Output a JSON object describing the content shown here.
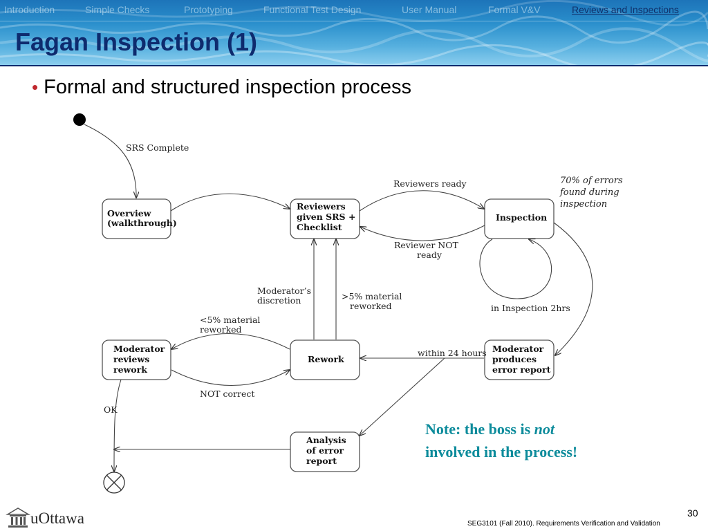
{
  "nav": {
    "items": [
      "Introduction",
      "Simple Checks",
      "Prototyping",
      "Functional Test Design",
      "User Manual",
      "Formal V&V",
      "Reviews and Inspections"
    ],
    "active": "Reviews and Inspections"
  },
  "slide": {
    "title": "Fagan Inspection (1)",
    "bullet": "Formal and structured inspection process"
  },
  "diagram": {
    "states": {
      "overview": [
        "Overview",
        "(walkthrough)"
      ],
      "reviewers": [
        "Reviewers",
        "given SRS +",
        "Checklist"
      ],
      "inspection": [
        "Inspection"
      ],
      "moderator_reviews": [
        "Moderator",
        "reviews",
        "rework"
      ],
      "rework": [
        "Rework"
      ],
      "moderator_produces": [
        "Moderator",
        "produces",
        "error report"
      ],
      "analysis": [
        "Analysis",
        "of error",
        "report"
      ]
    },
    "transitions": {
      "srs_complete": "SRS Complete",
      "reviewers_ready": "Reviewers ready",
      "reviewer_not_ready": [
        "Reviewer NOT",
        "ready"
      ],
      "in_inspection": "in Inspection 2hrs",
      "moderators_discretion": [
        "Moderator’s",
        "discretion"
      ],
      "gt5": [
        ">5% material",
        "reworked"
      ],
      "lt5": [
        "<5% material",
        "reworked"
      ],
      "within_24": "within 24 hours",
      "not_correct": "NOT correct",
      "ok": "OK"
    },
    "annotation": [
      "70% of errors",
      "found during",
      "inspection"
    ]
  },
  "note": {
    "prefix": "Note: the boss is ",
    "emphasis": "not",
    "line2": "involved in the process!"
  },
  "footer": {
    "logo": "uOttawa",
    "course": "SEG3101 (Fall 2010).   Requirements Verification and Validation",
    "page": "30"
  },
  "colors": {
    "title": "#0e2b6e",
    "bullet_dot": "#c0282e",
    "note": "#0c8b9b",
    "header_top": "#1d74b9",
    "header_bottom": "#8fd0ef"
  }
}
